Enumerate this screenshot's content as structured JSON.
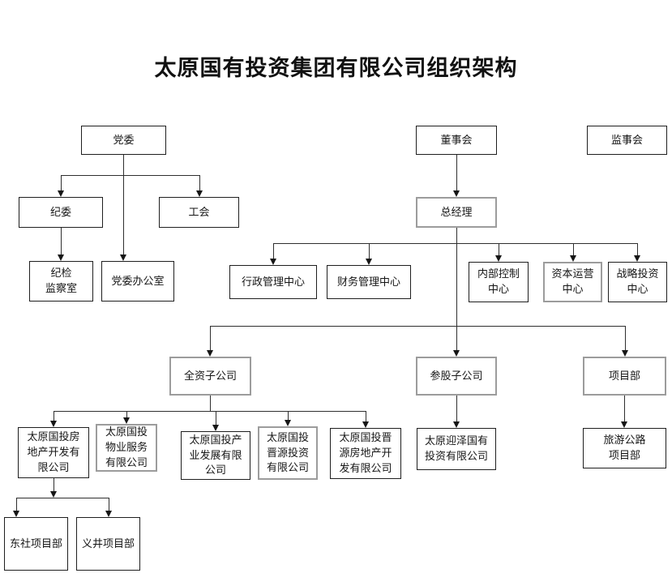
{
  "title": "太原国有投资集团有限公司组织架构",
  "nodes": {
    "dangwei": "党委",
    "dongshihui": "董事会",
    "jianshihui": "监事会",
    "jiwei": "纪委",
    "gonghui": "工会",
    "zongjingli": "总经理",
    "jijian": "纪检\n监察室",
    "dangban": "党委办公室",
    "xingzheng": "行政管理中心",
    "caiwu": "财务管理中心",
    "neikong": "内部控制\n中心",
    "ziben": "资本运营\n中心",
    "zhanlve": "战略投资\n中心",
    "quanzi": "全资子公司",
    "cangu": "参股子公司",
    "xiangmubu": "项目部",
    "fangdichan": "太原国投房\n地产开发有\n限公司",
    "wuye": "太原国投\n物业服务\n有限公司",
    "chanye": "太原国投产\n业发展有限\n公司",
    "jinyuan_touzi": "太原国投\n晋源投资\n有限公司",
    "jinyuan_fdc": "太原国投晋\n源房地产开\n发有限公司",
    "yingze": "太原迎泽国有\n投资有限公司",
    "lvyou": "旅游公路\n项目部",
    "dongshe": "东社项目部",
    "yijing": "义井项目部"
  },
  "colors": {
    "background": "#ffffff",
    "box_border": "#1f1f1f",
    "highlight_border": "#9c9c9c",
    "connector": "#2f2f2f"
  }
}
